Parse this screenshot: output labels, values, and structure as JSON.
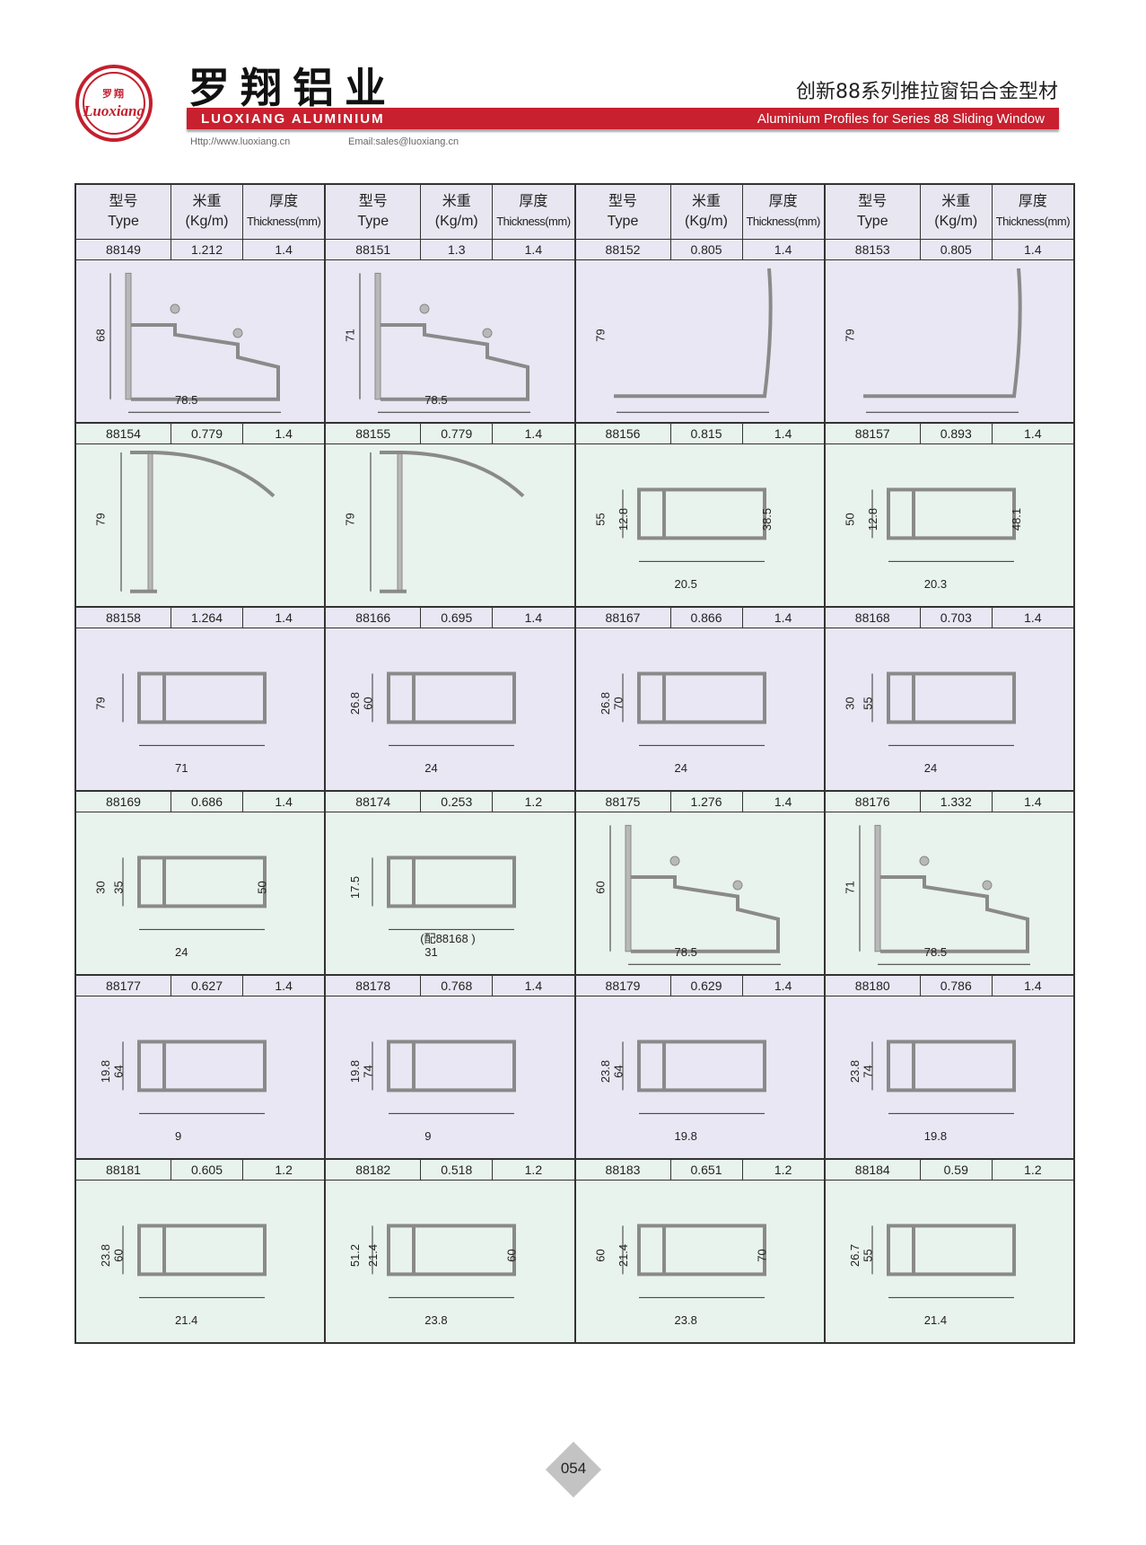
{
  "header": {
    "logo": {
      "cn": "罗翔",
      "en": "Luoxiang"
    },
    "brand_cn": "罗翔铝业",
    "brand_en": "LUOXIANG ALUMINIUM",
    "title_cn": "创新88系列推拉窗铝合金型材",
    "title_en": "Aluminium Profiles for Series 88 Sliding Window",
    "url": "Http://www.luoxiang.cn",
    "email": "Email:sales@luoxiang.cn"
  },
  "columns": {
    "type_cn": "型号",
    "type_en": "Type",
    "weight_cn": "米重",
    "weight_en": "(Kg/m)",
    "thick_cn": "厚度",
    "thick_en": "Thickness(mm)"
  },
  "colors": {
    "brand_red": "#c8202f",
    "row_lavender": "#e8e7f3",
    "row_green": "#e9f3ed"
  },
  "rows": [
    {
      "profiles": [
        {
          "type": "88149",
          "weight": "1.212",
          "thickness": "1.4",
          "dims": [
            "68",
            "78.5"
          ]
        },
        {
          "type": "88151",
          "weight": "1.3",
          "thickness": "1.4",
          "dims": [
            "71",
            "78.5"
          ]
        },
        {
          "type": "88152",
          "weight": "0.805",
          "thickness": "1.4",
          "dims": [
            "79"
          ]
        },
        {
          "type": "88153",
          "weight": "0.805",
          "thickness": "1.4",
          "dims": [
            "79"
          ]
        }
      ]
    },
    {
      "profiles": [
        {
          "type": "88154",
          "weight": "0.779",
          "thickness": "1.4",
          "dims": [
            "79"
          ]
        },
        {
          "type": "88155",
          "weight": "0.779",
          "thickness": "1.4",
          "dims": [
            "79"
          ]
        },
        {
          "type": "88156",
          "weight": "0.815",
          "thickness": "1.4",
          "dims": [
            "55",
            "20.5",
            "12.8",
            "38.5"
          ]
        },
        {
          "type": "88157",
          "weight": "0.893",
          "thickness": "1.4",
          "dims": [
            "50",
            "20.3",
            "12.8",
            "48.1"
          ]
        }
      ]
    },
    {
      "profiles": [
        {
          "type": "88158",
          "weight": "1.264",
          "thickness": "1.4",
          "dims": [
            "79",
            "71"
          ]
        },
        {
          "type": "88166",
          "weight": "0.695",
          "thickness": "1.4",
          "dims": [
            "26.8",
            "24",
            "60"
          ]
        },
        {
          "type": "88167",
          "weight": "0.866",
          "thickness": "1.4",
          "dims": [
            "26.8",
            "24",
            "70"
          ]
        },
        {
          "type": "88168",
          "weight": "0.703",
          "thickness": "1.4",
          "dims": [
            "30",
            "24",
            "55"
          ]
        }
      ]
    },
    {
      "profiles": [
        {
          "type": "88169",
          "weight": "0.686",
          "thickness": "1.4",
          "dims": [
            "30",
            "24",
            "35",
            "50"
          ]
        },
        {
          "type": "88174",
          "weight": "0.253",
          "thickness": "1.2",
          "dims": [
            "17.5",
            "31"
          ],
          "note": "(配88168 )"
        },
        {
          "type": "88175",
          "weight": "1.276",
          "thickness": "1.4",
          "dims": [
            "60",
            "78.5"
          ]
        },
        {
          "type": "88176",
          "weight": "1.332",
          "thickness": "1.4",
          "dims": [
            "71",
            "78.5"
          ]
        }
      ]
    },
    {
      "profiles": [
        {
          "type": "88177",
          "weight": "0.627",
          "thickness": "1.4",
          "dims": [
            "19.8",
            "9",
            "64"
          ]
        },
        {
          "type": "88178",
          "weight": "0.768",
          "thickness": "1.4",
          "dims": [
            "19.8",
            "9",
            "74"
          ]
        },
        {
          "type": "88179",
          "weight": "0.629",
          "thickness": "1.4",
          "dims": [
            "23.8",
            "19.8",
            "64"
          ]
        },
        {
          "type": "88180",
          "weight": "0.786",
          "thickness": "1.4",
          "dims": [
            "23.8",
            "19.8",
            "74"
          ]
        }
      ]
    },
    {
      "profiles": [
        {
          "type": "88181",
          "weight": "0.605",
          "thickness": "1.2",
          "dims": [
            "23.8",
            "21.4",
            "60"
          ]
        },
        {
          "type": "88182",
          "weight": "0.518",
          "thickness": "1.2",
          "dims": [
            "51.2",
            "23.8",
            "21.4",
            "60"
          ]
        },
        {
          "type": "88183",
          "weight": "0.651",
          "thickness": "1.2",
          "dims": [
            "60",
            "23.8",
            "21.4",
            "70"
          ]
        },
        {
          "type": "88184",
          "weight": "0.59",
          "thickness": "1.2",
          "dims": [
            "26.7",
            "21.4",
            "55"
          ]
        }
      ]
    }
  ],
  "footer": {
    "page": "054"
  }
}
